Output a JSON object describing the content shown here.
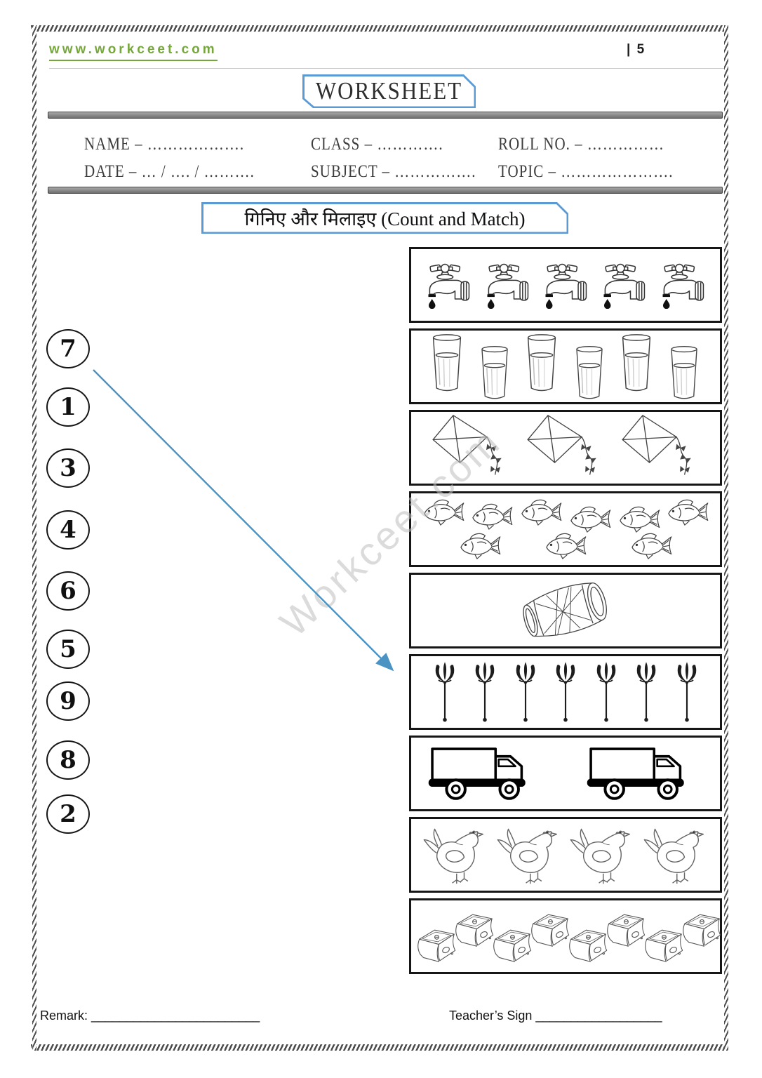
{
  "header": {
    "site_url": "www.workceet.com",
    "page_number": "| 5",
    "worksheet_title": "WORKSHEET"
  },
  "form": {
    "name_label": "NAME – ……………….",
    "class_label": "CLASS – ………….",
    "roll_label": "ROLL NO. – ……………",
    "date_label": "DATE –  …  / ….  / ……….",
    "subject_label": "SUBJECT – …………….",
    "topic_label": "TOPIC – …………………."
  },
  "activity": {
    "title": "गिनिए और मिलाइए (Count and Match)"
  },
  "page": {
    "watermark": "Workceet.com"
  },
  "match": {
    "numbers": [
      "7",
      "1",
      "3",
      "4",
      "6",
      "5",
      "9",
      "8",
      "2"
    ],
    "rows": [
      {
        "item": "tap",
        "count": 5
      },
      {
        "item": "glass",
        "count": 6
      },
      {
        "item": "kite",
        "count": 3
      },
      {
        "item": "fish",
        "count": 9
      },
      {
        "item": "drum",
        "count": 1
      },
      {
        "item": "trident",
        "count": 7
      },
      {
        "item": "truck",
        "count": 2
      },
      {
        "item": "hen",
        "count": 4
      },
      {
        "item": "sharpener",
        "count": 8
      }
    ],
    "drawn_connection": {
      "from_number": "7",
      "to_item": "trident"
    }
  },
  "footer": {
    "remark": "Remark: ________________________",
    "teacher_sign": "Teacher’s Sign __________________"
  },
  "colors": {
    "accent_blue": "#5b9bd5",
    "link_green": "#76a73c",
    "arrow_blue": "#4a93c2",
    "divider_gray": "#808080",
    "watermark_gray": "#bfbfbf",
    "box_border": "#161616"
  }
}
